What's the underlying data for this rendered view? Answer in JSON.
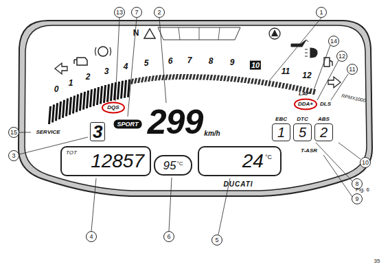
{
  "diagram": {
    "nodes": [
      {
        "text": [
          "3"
        ]
      },
      {
        "text": [
          "TOT",
          "12857"
        ]
      },
      {
        "text": [
          "95",
          "°C"
        ]
      },
      {
        "text": [
          "24",
          "°C"
        ]
      },
      {
        "text": [
          "EBC",
          "1"
        ]
      },
      {
        "text": [
          "DTC",
          "5"
        ]
      },
      {
        "text": [
          "ABS",
          "2"
        ]
      }
    ],
    "labels": [
      "13",
      "7",
      "2",
      "1",
      "14",
      "12",
      "11",
      "15",
      "3",
      "10",
      "8",
      "9",
      "4",
      "6",
      "5",
      "0",
      "1",
      "2",
      "3",
      "4",
      "5",
      "6",
      "7",
      "8",
      "9",
      "10",
      "11",
      "12",
      "N",
      "DQS",
      "SPORT",
      "299",
      "km/h",
      "SERVICE",
      "LAP",
      "DDA+",
      "DLS",
      "RPMX1000",
      "T-ASR",
      "DUCATI",
      "Fig. 6",
      "35"
    ]
  }
}
